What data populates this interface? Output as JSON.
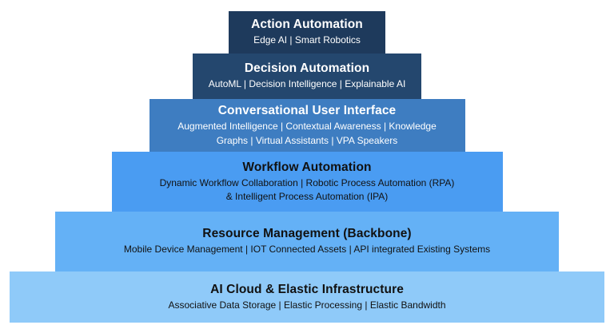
{
  "diagram": {
    "background": "#FFFFFF",
    "layers": [
      {
        "id": "action-automation",
        "title": "Action Automation",
        "subtitle": "Edge AI | Smart Robotics",
        "bg": "#1E3A5C",
        "fg": "#FFFFFF"
      },
      {
        "id": "decision-automation",
        "title": "Decision Automation",
        "subtitle": "AutoML | Decision Intelligence | Explainable AI",
        "bg": "#24476E",
        "fg": "#FFFFFF"
      },
      {
        "id": "conversational-user-interface",
        "title": "Conversational User Interface",
        "subtitle": "Augmented Intelligence | Contextual Awareness | Knowledge\nGraphs | Virtual Assistants | VPA Speakers",
        "bg": "#3E7DC1",
        "fg": "#FFFFFF"
      },
      {
        "id": "workflow-automation",
        "title": "Workflow Automation",
        "subtitle": "Dynamic Workflow Collaboration | Robotic Process Automation (RPA)\n& Intelligent Process Automation (IPA)",
        "bg": "#4A9CF2",
        "fg": "#111111"
      },
      {
        "id": "resource-management-backbone",
        "title": "Resource Management (Backbone)",
        "subtitle": "Mobile Device Management | IOT Connected Assets | API integrated Existing Systems",
        "bg": "#64B1F6",
        "fg": "#111111"
      },
      {
        "id": "ai-cloud-elastic-infrastructure",
        "title": "AI Cloud & Elastic Infrastructure",
        "subtitle": "Associative Data Storage | Elastic Processing | Elastic Bandwidth",
        "bg": "#8FCAF9",
        "fg": "#111111"
      }
    ]
  }
}
